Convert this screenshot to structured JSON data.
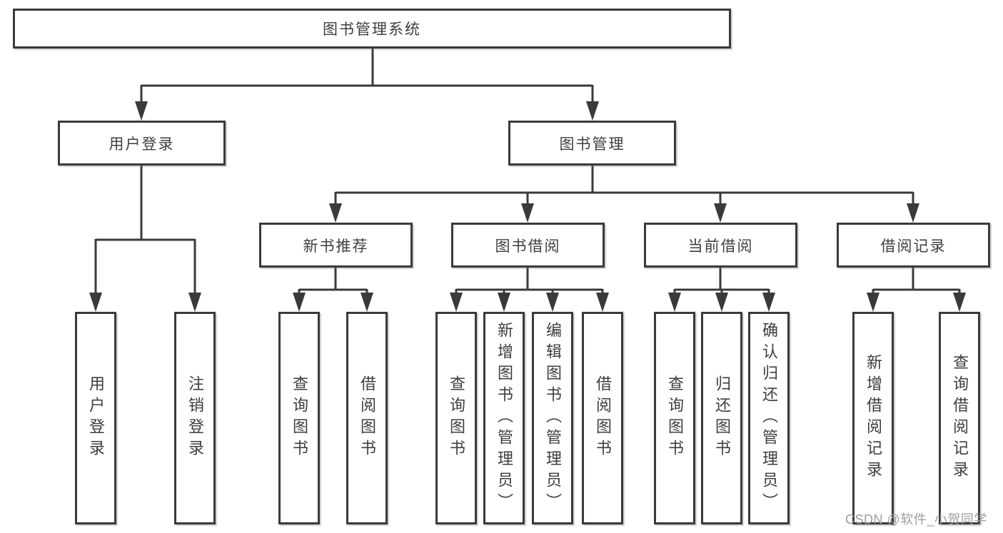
{
  "diagram": {
    "title": "图书管理系统",
    "watermark": "CSDN @软件_小贺同学",
    "colors": {
      "line": "#3a3a3a",
      "text": "#3e3e3e",
      "background": "#ffffff",
      "watermark": "#9d9d9d"
    },
    "tree": {
      "root": "图书管理系统",
      "branches": [
        {
          "label": "用户登录",
          "children": [
            "用户登录",
            "注销登录"
          ]
        },
        {
          "label": "图书管理",
          "children": [
            {
              "label": "新书推荐",
              "children": [
                "查询图书",
                "借阅图书"
              ]
            },
            {
              "label": "图书借阅",
              "children": [
                "查询图书",
                "新增图书（管理员）",
                "编辑图书（管理员）",
                "借阅图书"
              ]
            },
            {
              "label": "当前借阅",
              "children": [
                "查询图书",
                "归还图书",
                "确认归还（管理员）"
              ]
            },
            {
              "label": "借阅记录",
              "children": [
                "新增借阅记录",
                "查询借阅记录"
              ]
            }
          ]
        }
      ]
    }
  }
}
